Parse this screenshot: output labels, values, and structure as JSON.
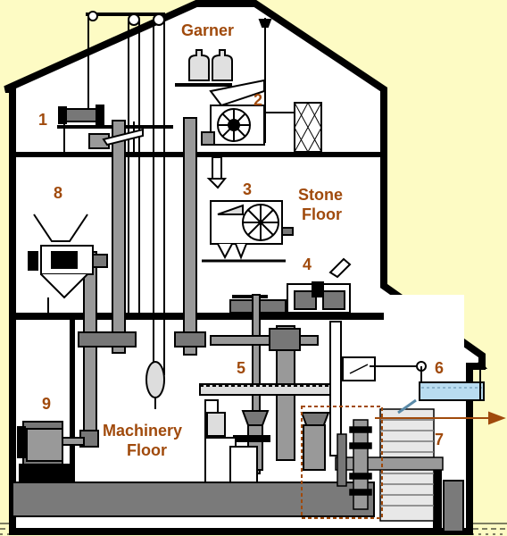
{
  "colors": {
    "background": "#fdfbc4",
    "wall": "#000000",
    "belt": "#999999",
    "machine": "#7a7a7a",
    "label": "#a04a0c",
    "water": "#b9dcf0"
  },
  "rooms": {
    "garner": "Garner",
    "stone_floor_line1": "Stone",
    "stone_floor_line2": "Floor",
    "machinery_floor_line1": "Machinery",
    "machinery_floor_line2": "Floor"
  },
  "callouts": [
    "1",
    "2",
    "3",
    "4",
    "5",
    "6",
    "7",
    "8",
    "9"
  ]
}
